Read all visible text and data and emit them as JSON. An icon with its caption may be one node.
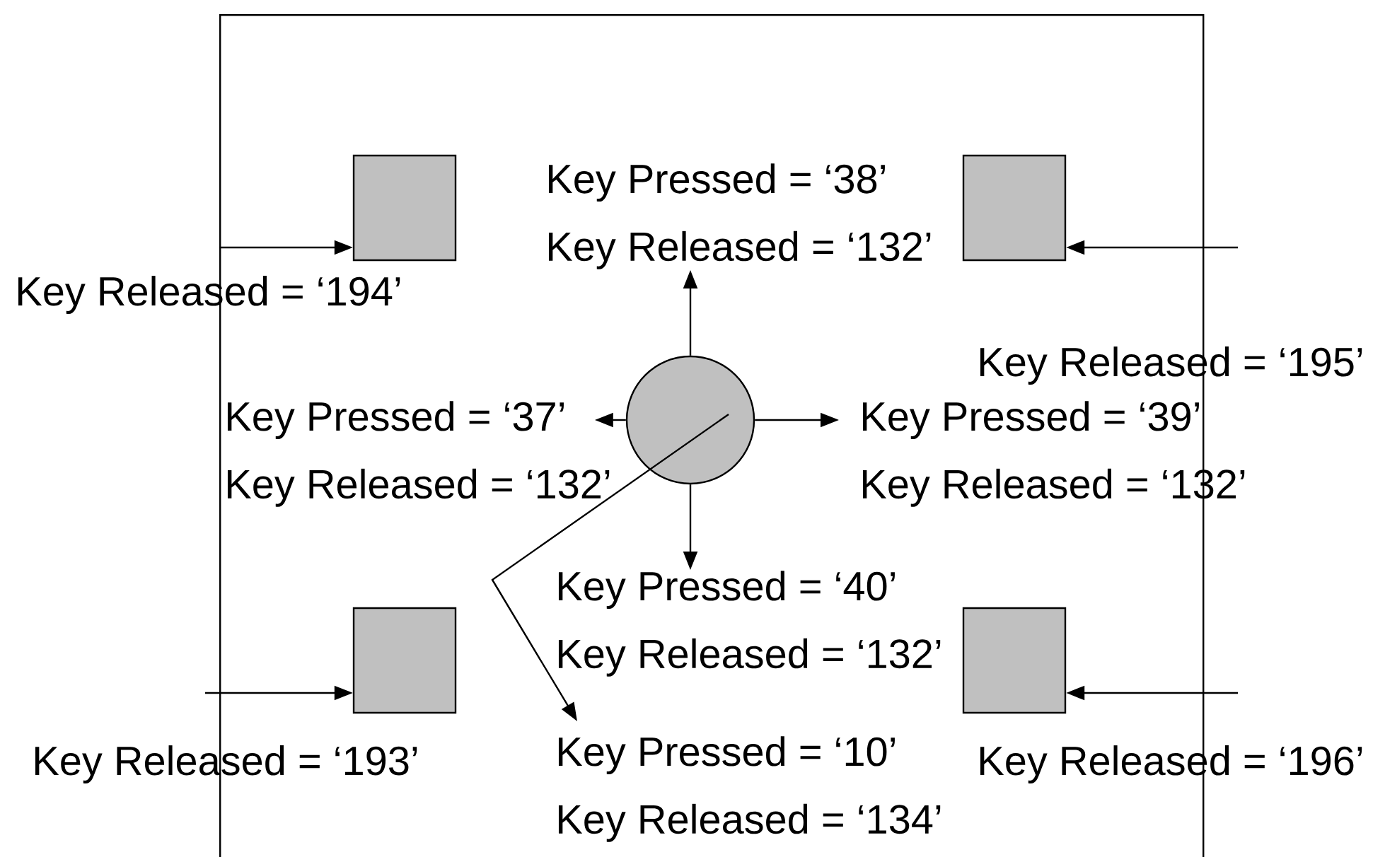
{
  "diagram": {
    "nodes": [
      {
        "text": [],
        "shape": "box"
      },
      {
        "text": [],
        "shape": "box",
        "in": 0,
        "beside": [
          "Key Released = ‘194’"
        ]
      },
      {
        "text": [
          "Key Pressed = ‘38’",
          "Key Released = ‘132’"
        ],
        "in": 0
      },
      {
        "text": [],
        "shape": "box",
        "in": 0
      },
      {
        "text": [
          "Key Pressed = ‘37’",
          "Key Released = ‘132’"
        ],
        "in": 0
      },
      {
        "text": [],
        "shape": "circle",
        "in": 0
      },
      {
        "text": [
          "Key Pressed = ‘39’",
          "Key Released = ‘132’"
        ]
      },
      {
        "text": [
          "Key Pressed = ‘40’",
          "Key Released = ‘132’"
        ],
        "in": 0
      },
      {
        "text": [],
        "shape": "box",
        "in": 0,
        "beside": [
          "Key Released = ‘193’"
        ]
      },
      {
        "text": [],
        "shape": "box",
        "in": 0,
        "beside": [
          "Key Released  = ‘196’"
        ]
      },
      {
        "text": [
          "Key Pressed = ‘10’",
          "Key Released = ‘134’"
        ],
        "in": 0
      }
    ],
    "edges": [
      {
        "from": null,
        "to": 1,
        "arrow": "to"
      },
      {
        "from": null,
        "to": 3,
        "arrow": "to"
      },
      {
        "from": null,
        "to": 8,
        "arrow": "to"
      },
      {
        "from": null,
        "to": 9,
        "arrow": "to"
      },
      {
        "from": 5,
        "to": 2,
        "arrow": "to"
      },
      {
        "from": 5,
        "to": 4,
        "arrow": "to"
      },
      {
        "from": 5,
        "to": 6,
        "arrow": "to"
      },
      {
        "from": 5,
        "to": 7,
        "arrow": "to"
      },
      {
        "from": 5,
        "to": 10,
        "arrow": "to"
      }
    ],
    "labels": [
      "Key Released = ‘195’"
    ]
  }
}
